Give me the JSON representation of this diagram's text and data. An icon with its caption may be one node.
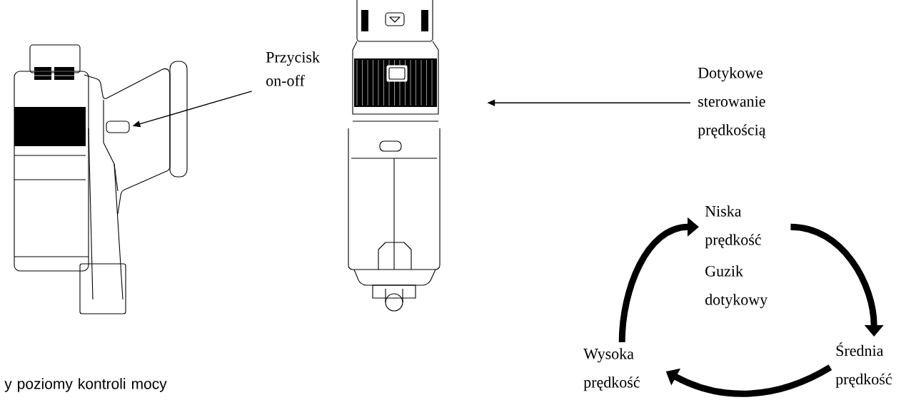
{
  "diagram": {
    "nodes": [
      {
        "text": [
          "Przycisk on-off"
        ]
      },
      {
        "text": [],
        "shape": "button"
      },
      {
        "text": [
          "Dotykowe sterowanie prędkością"
        ]
      },
      {
        "text": [],
        "shape": "picture"
      },
      {
        "text": [
          "Niska prędkość"
        ]
      },
      {
        "text": [
          "Średnia prędkość"
        ]
      },
      {
        "text": [
          "Wysoka prędkość"
        ]
      }
    ],
    "edges": [
      {
        "from": 0,
        "to": 1,
        "arrow": "to"
      },
      {
        "from": 2,
        "to": 3,
        "arrow": "to"
      },
      {
        "from": 4,
        "to": 5,
        "arrow": "to"
      },
      {
        "from": 5,
        "to": 6,
        "arrow": "to"
      },
      {
        "from": 6,
        "to": 4,
        "arrow": "to"
      }
    ],
    "labels": [
      "Guzik dotykowy",
      "y poziomy kontroli mocy"
    ]
  }
}
